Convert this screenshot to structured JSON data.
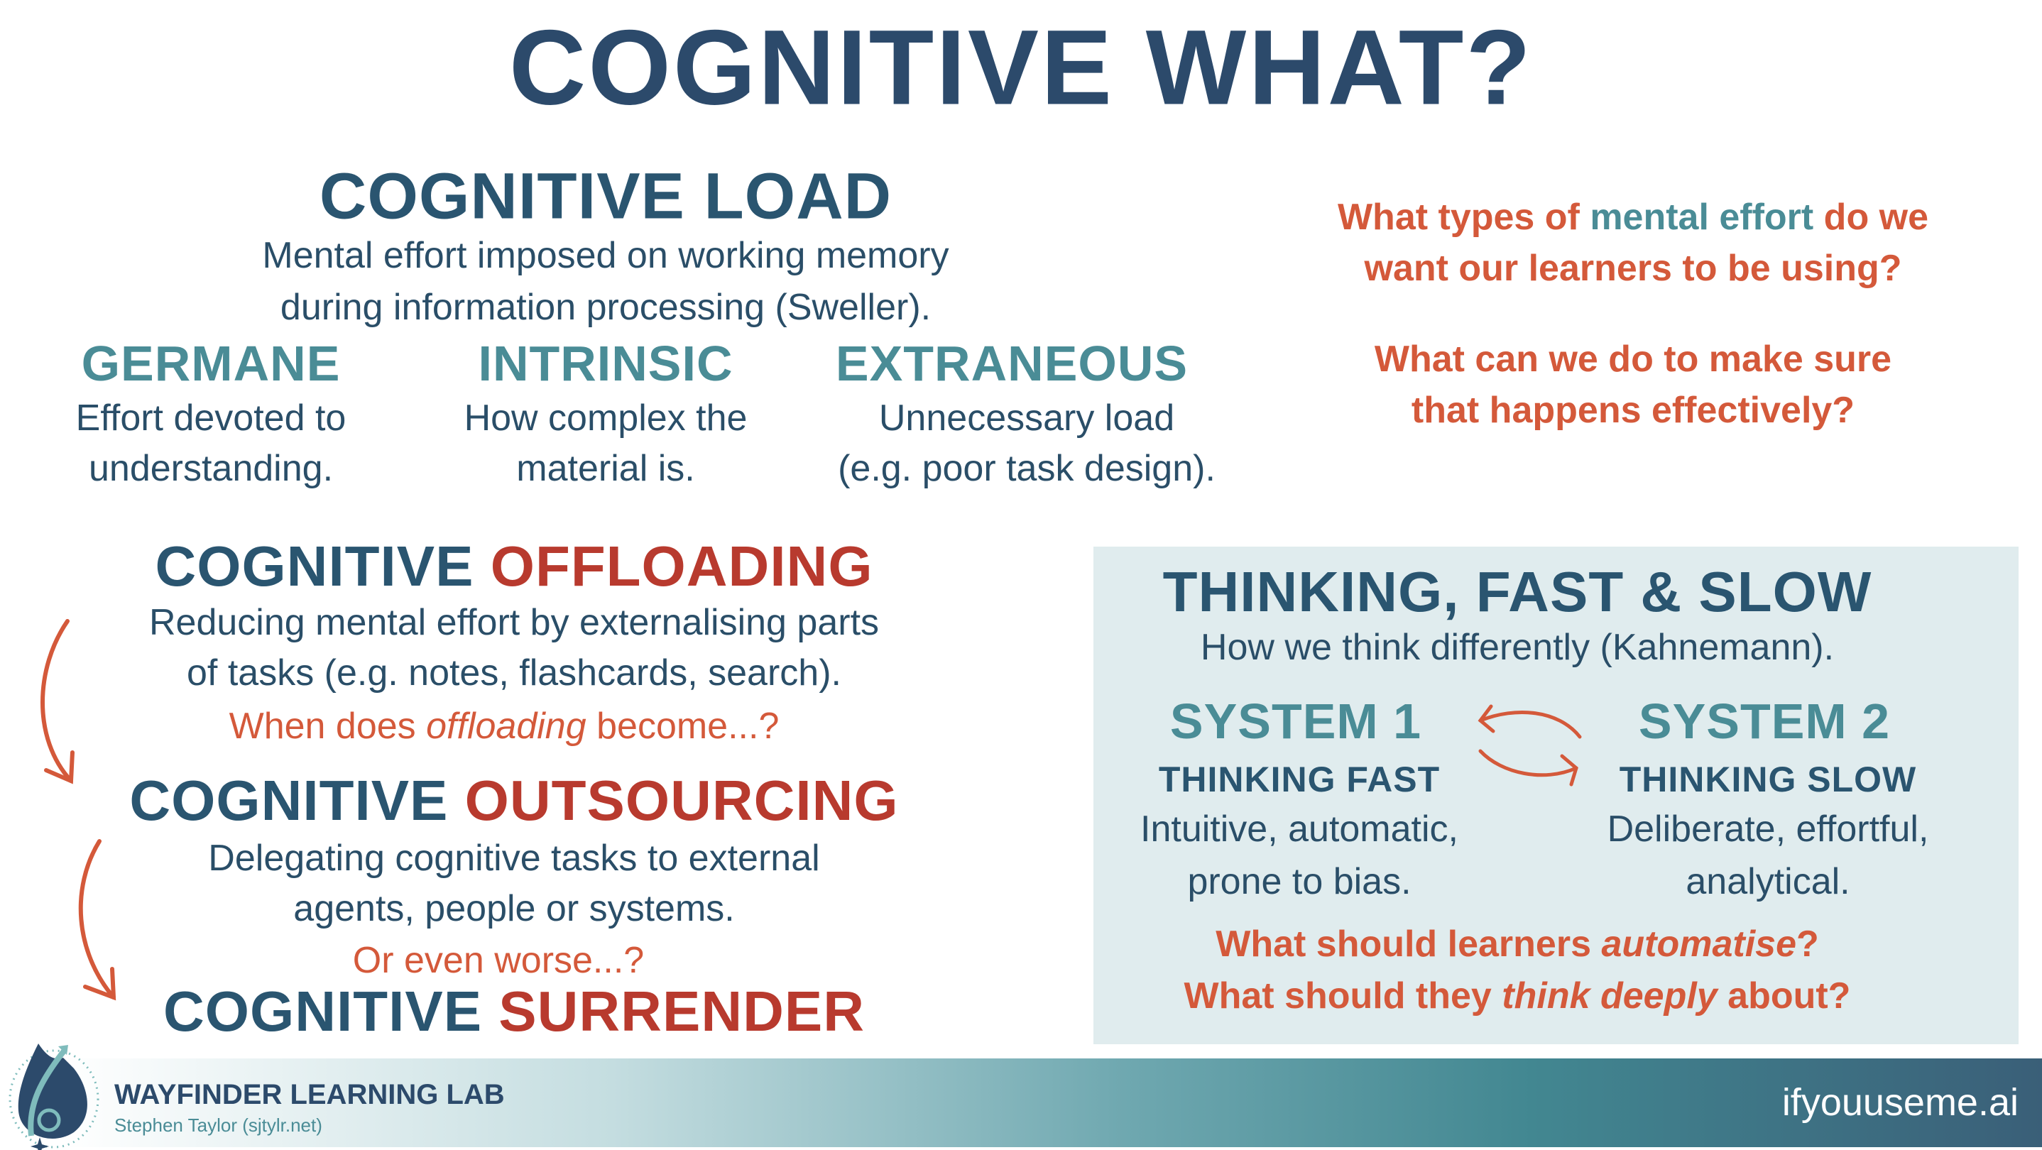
{
  "title": "COGNITIVE WHAT?",
  "load": {
    "heading": "COGNITIVE LOAD",
    "desc1": "Mental effort imposed on working memory",
    "desc2": "during information processing (Sweller).",
    "types": [
      {
        "name": "GERMANE",
        "line1": "Effort devoted to",
        "line2": "understanding."
      },
      {
        "name": "INTRINSIC",
        "line1": "How complex the",
        "line2": "material is."
      },
      {
        "name": "EXTRANEOUS",
        "line1": "Unnecessary load",
        "line2": "(e.g. poor task design)."
      }
    ]
  },
  "questions": {
    "q1a": "What types of ",
    "q1b": "mental effort",
    "q1c": " do we",
    "q1d": "want our learners to be using?",
    "q2a": "What can we do to make sure",
    "q2b": "that happens effectively?"
  },
  "offloading": {
    "word": "COGNITIVE ",
    "accent": "OFFLOADING",
    "desc1": "Reducing mental effort by externalising parts",
    "desc2": "of tasks (e.g. notes, flashcards, search).",
    "prompt_a": "When does ",
    "prompt_b": "offloading",
    "prompt_c": " become...?"
  },
  "outsourcing": {
    "word": "COGNITIVE ",
    "accent": "OUTSOURCING",
    "desc1": "Delegating cognitive tasks to external",
    "desc2": "agents, people or systems.",
    "prompt": "Or even worse...?"
  },
  "surrender": {
    "word": "COGNITIVE ",
    "accent": "SURRENDER"
  },
  "thinking": {
    "heading": "THINKING, FAST & SLOW",
    "sub": "How we think differently (Kahnemann).",
    "s1": {
      "name": "SYSTEM 1",
      "mode": "THINKING FAST",
      "line1": "Intuitive, automatic,",
      "line2": "prone to bias."
    },
    "s2": {
      "name": "SYSTEM 2",
      "mode": "THINKING SLOW",
      "line1": "Deliberate, effortful,",
      "line2": "analytical."
    },
    "qa1": "What should learners ",
    "qa2": "automatise",
    "qa3": "?",
    "qb1": "What should they ",
    "qb2": "think deeply",
    "qb3": " about?"
  },
  "footer": {
    "org": "WAYFINDER LEARNING LAB",
    "author": "Stephen Taylor (sjtylr.net)",
    "site": "ifyouuseme.ai"
  },
  "colors": {
    "navy": "#2c4a6b",
    "teal": "#4a8c96",
    "orange": "#d4593a",
    "red": "#b83a2e",
    "panel": "#e0ecee"
  }
}
